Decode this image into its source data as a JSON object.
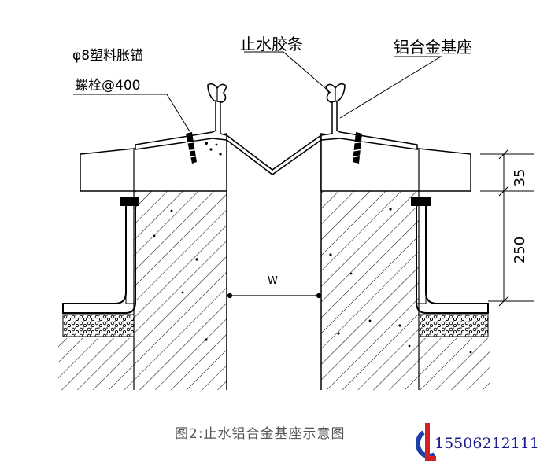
{
  "labels": {
    "anchor_line1": "φ8塑料胀锚",
    "anchor_line2": "螺栓@400",
    "sealing_strip": "止水胶条",
    "aluminum_base": "铝合金基座",
    "gap_width": "W",
    "dim_top": "35",
    "dim_bottom": "250",
    "caption": "图2:止水铝合金基座示意图",
    "phone": "15506212111"
  },
  "colors": {
    "line": "#000000",
    "logo_blue": "#1e3fa8",
    "logo_red": "#d42020",
    "phone_text": "#1a1a8c"
  }
}
